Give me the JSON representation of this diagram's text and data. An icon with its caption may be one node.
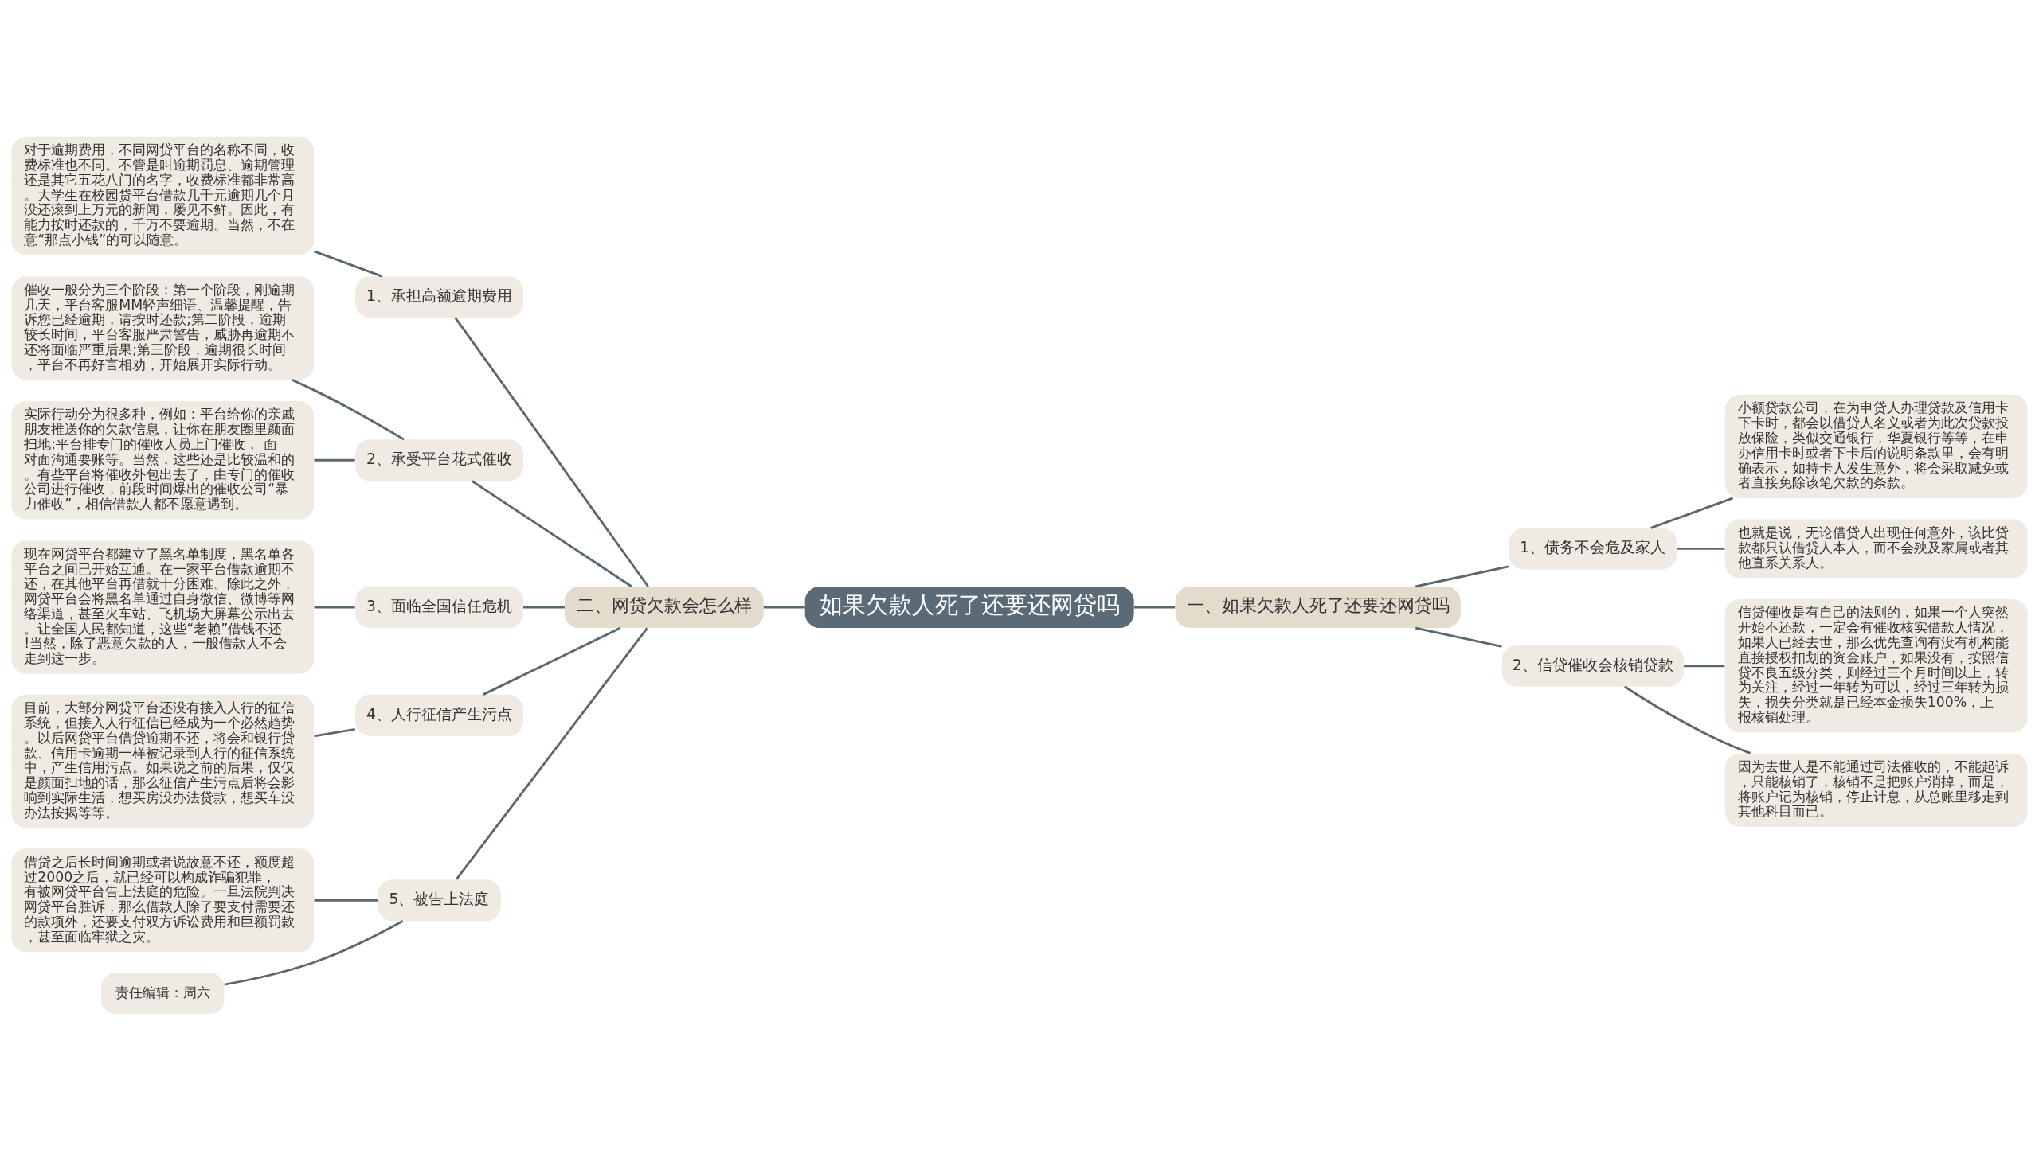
{
  "diagram": {
    "nodes": [
      {
        "text": [
          "如果欠款人死了还要还网贷吗"
        ]
      },
      {
        "text": [
          "二、网贷欠款会怎么样"
        ]
      },
      {
        "text": [
          "一、如果欠款人死了还要还网贷吗"
        ]
      },
      {
        "text": [
          "1、承担高额逾期费用"
        ]
      },
      {
        "text": [
          "对于逾期费用，不同网贷平台的名称不同，收费标准也不同。不管是叫逾期罚息、逾期管理还是其它五花八门的名字，收费标准都非常高。大学生在校园贷平台借款几千元逾期几个月没还滚到上万元的新闻，屡见不鲜。因此，有能力按时还款的，千万不要逾期。当然，不在意“那点小钱”的可以随意。"
        ]
      },
      {
        "text": [
          "2、承受平台花式催收"
        ]
      },
      {
        "text": [
          "催收一般分为三个阶段：第一个阶段，刚逾期几天，平台客服MM轻声细语、温馨提醒，告诉您已经逾期，请按时还款;第二阶段，逾期较长时间，平台客服严肃警告，威胁再逾期不还将面临严重后果;第三阶段，逾期很长时间，平台不再好言相劝，开始展开实际行动。"
        ]
      },
      {
        "text": [
          "实际行动分为很多种，例如：平台给你的亲戚朋友推送你的欠款信息，让你在朋友圈里颜面扫地;平台排专门的催收人员上门催收， 面对面沟通要账等。当然，这些还是比较温和的。有些平台将催收外包出去了，由专门的催收公司进行催收，前段时间爆出的催收公司“暴力催收”，相信借款人都不愿意遇到。"
        ]
      },
      {
        "text": [
          "3、面临全国信任危机"
        ]
      },
      {
        "text": [
          "现在网贷平台都建立了黑名单制度，黑名单各平台之间已开始互通。在一家平台借款逾期不还，在其他平台再借就十分困难。除此之外，网贷平台会将黑名单通过自身微信、微博等网络渠道，甚至火车站、飞机场大屏幕公示出去。让全国人民都知道，这些“老赖”借钱不还!当然，除了恶意欠款的人，一般借款人不会走到这一步。"
        ]
      },
      {
        "text": [
          "4、人行征信产生污点"
        ]
      },
      {
        "text": [
          "目前，大部分网贷平台还没有接入人行的征信系统，但接入人行征信已经成为一个必然趋势。以后网贷平台借贷逾期不还，将会和银行贷款、信用卡逾期一样被记录到人行的征信系统中，产生信用污点。如果说之前的后果，仅仅是颜面扫地的话，那么征信产生污点后将会影响到实际生活，想买房没办法贷款，想买车没办法按揭等等。"
        ]
      },
      {
        "text": [
          "5、被告上法庭"
        ]
      },
      {
        "text": [
          "借贷之后长时间逾期或者说故意不还，额度超过2000之后，就已经可以构成诈骗犯罪，有被网贷平台告上法庭的危险。一旦法院判决网贷平台胜诉，那么借款人除了要支付需要还的款项外，还要支付双方诉讼费用和巨额罚款，甚至面临牢狱之灾。"
        ]
      },
      {
        "text": [
          "责任编辑：周六"
        ]
      },
      {
        "text": [
          "1、债务不会危及家人"
        ]
      },
      {
        "text": [
          "小额贷款公司，在为申贷人办理贷款及信用卡下卡时，都会以借贷人名义或者为此次贷款投放保险，类似交通银行，华夏银行等等，在申办信用卡时或者下卡后的说明条款里，会有明确表示，如持卡人发生意外，将会采取减免或者直接免除该笔欠款的条款。"
        ]
      },
      {
        "text": [
          "也就是说，无论借贷人出现任何意外，该比贷款都只认借贷人本人，而不会殃及家属或者其他直系关系人。"
        ]
      },
      {
        "text": [
          "2、信贷催收会核销贷款"
        ]
      },
      {
        "text": [
          "信贷催收是有自己的法则的，如果一个人突然开始不还款，一定会有催收核实借款人情况，如果人已经去世，那么优先查询有没有机构能直接授权扣划的资金账户，如果没有，按照信贷不良五级分类，则经过三个月时间以上，转为关注，经过一年转为可以，经过三年转为损失，损失分类就是已经本金损失100%，上报核销处理。"
        ]
      },
      {
        "text": [
          "因为去世人是不能通过司法催收的，不能起诉，只能核销了，核销不是把账户消掉，而是，将账户记为核销，停止计息，从总账里移走到其他科目而已。"
        ]
      }
    ],
    "edges": [
      {
        "from": 0,
        "to": 1,
        "arrow": "none"
      },
      {
        "from": 0,
        "to": 2,
        "arrow": "none"
      },
      {
        "from": 1,
        "to": 3,
        "arrow": "none"
      },
      {
        "from": 3,
        "to": 4,
        "arrow": "none"
      },
      {
        "from": 1,
        "to": 5,
        "arrow": "none"
      },
      {
        "from": 5,
        "to": 6,
        "arrow": "none"
      },
      {
        "from": 5,
        "to": 7,
        "arrow": "none"
      },
      {
        "from": 1,
        "to": 8,
        "arrow": "none"
      },
      {
        "from": 8,
        "to": 9,
        "arrow": "none"
      },
      {
        "from": 1,
        "to": 10,
        "arrow": "none"
      },
      {
        "from": 10,
        "to": 11,
        "arrow": "none"
      },
      {
        "from": 1,
        "to": 12,
        "arrow": "none"
      },
      {
        "from": 12,
        "to": 13,
        "arrow": "none"
      },
      {
        "from": 12,
        "to": 14,
        "arrow": "none"
      },
      {
        "from": 2,
        "to": 15,
        "arrow": "none"
      },
      {
        "from": 15,
        "to": 16,
        "arrow": "none"
      },
      {
        "from": 15,
        "to": 17,
        "arrow": "none"
      },
      {
        "from": 2,
        "to": 18,
        "arrow": "none"
      },
      {
        "from": 18,
        "to": 19,
        "arrow": "none"
      },
      {
        "from": 18,
        "to": 20,
        "arrow": "none"
      }
    ]
  }
}
